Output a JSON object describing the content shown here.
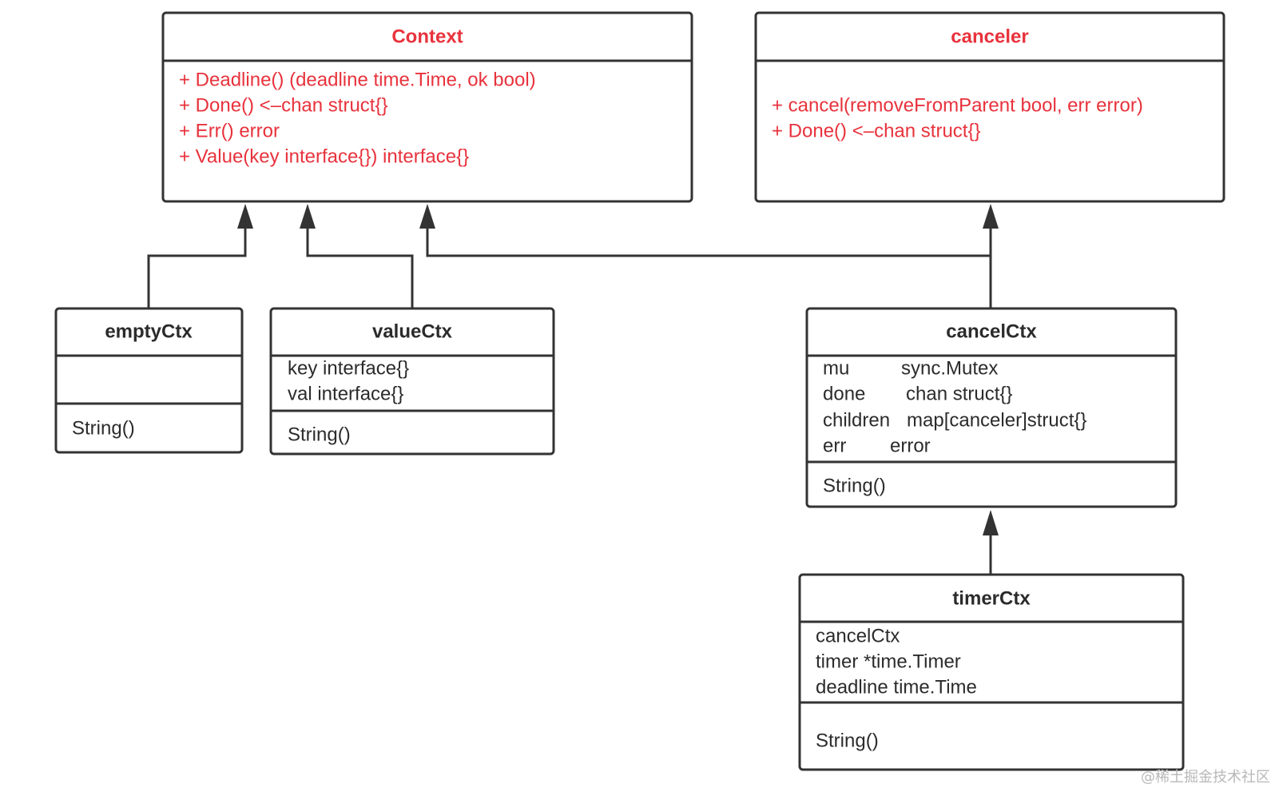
{
  "colors": {
    "interface": "#e8323c",
    "text": "#2b2b2b",
    "line": "#333333"
  },
  "classes": {
    "context": {
      "name": "Context",
      "methods": [
        "+ Deadline() (deadline time.Time, ok bool)",
        "+ Done() <–chan struct{}",
        "+ Err() error",
        "+ Value(key interface{}) interface{}"
      ]
    },
    "canceler": {
      "name": "canceler",
      "methods": [
        "+ cancel(removeFromParent bool, err error)",
        "+ Done() <–chan struct{}"
      ]
    },
    "empty_ctx": {
      "name": "emptyCtx",
      "methods": [
        "String()"
      ]
    },
    "value_ctx": {
      "name": "valueCtx",
      "fields": [
        "key interface{}",
        "val interface{}"
      ],
      "methods": [
        "String()"
      ]
    },
    "cancel_ctx": {
      "name": "cancelCtx",
      "fields": [
        {
          "name": "mu",
          "type": "sync.Mutex"
        },
        {
          "name": "done",
          "type": "chan struct{}"
        },
        {
          "name": "children",
          "type": "map[canceler]struct{}"
        },
        {
          "name": "err",
          "type": "error"
        }
      ],
      "methods": [
        "String()"
      ]
    },
    "timer_ctx": {
      "name": "timerCtx",
      "fields": [
        "cancelCtx",
        "timer *time.Timer",
        "deadline time.Time"
      ],
      "methods": [
        "String()"
      ]
    }
  },
  "watermark": "@稀土掘金技术社区"
}
